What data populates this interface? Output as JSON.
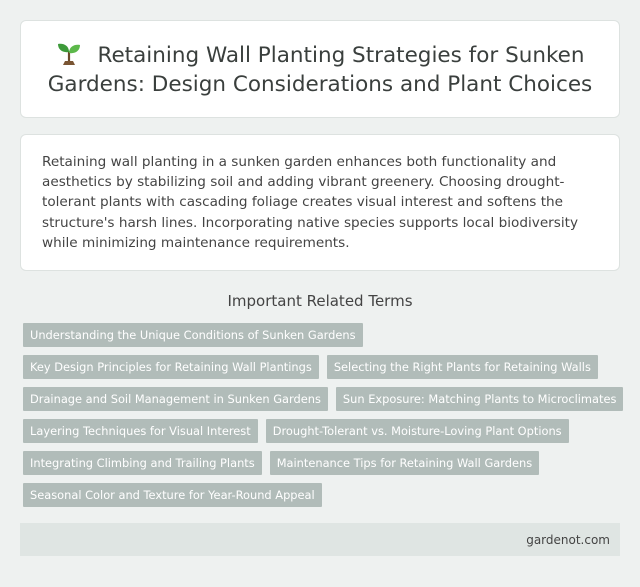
{
  "header": {
    "icon": "sprout-icon",
    "title": "Retaining Wall Planting Strategies for Sunken Gardens: Design Considerations and Plant Choices"
  },
  "summary": {
    "text": "Retaining wall planting in a sunken garden enhances both functionality and aesthetics by stabilizing soil and adding vibrant greenery. Choosing drought-tolerant plants with cascading foliage creates visual interest and softens the structure's harsh lines. Incorporating native species supports local biodiversity while minimizing maintenance requirements."
  },
  "related": {
    "heading": "Important Related Terms",
    "rows": [
      [
        "Understanding the Unique Conditions of Sunken Gardens"
      ],
      [
        "Key Design Principles for Retaining Wall Plantings",
        "Selecting the Right Plants for Retaining Walls"
      ],
      [
        "Drainage and Soil Management in Sunken Gardens",
        "Sun Exposure: Matching Plants to Microclimates"
      ],
      [
        "Layering Techniques for Visual Interest",
        "Drought-Tolerant vs. Moisture-Loving Plant Options"
      ],
      [
        "Integrating Climbing and Trailing Plants",
        "Maintenance Tips for Retaining Wall Gardens"
      ],
      [
        "Seasonal Color and Texture for Year-Round Appeal"
      ]
    ]
  },
  "footer": {
    "site": "gardenot.com"
  },
  "colors": {
    "background": "#eef1f0",
    "tag_background": "#b1bcb9",
    "footer_background": "#dfe5e3"
  }
}
